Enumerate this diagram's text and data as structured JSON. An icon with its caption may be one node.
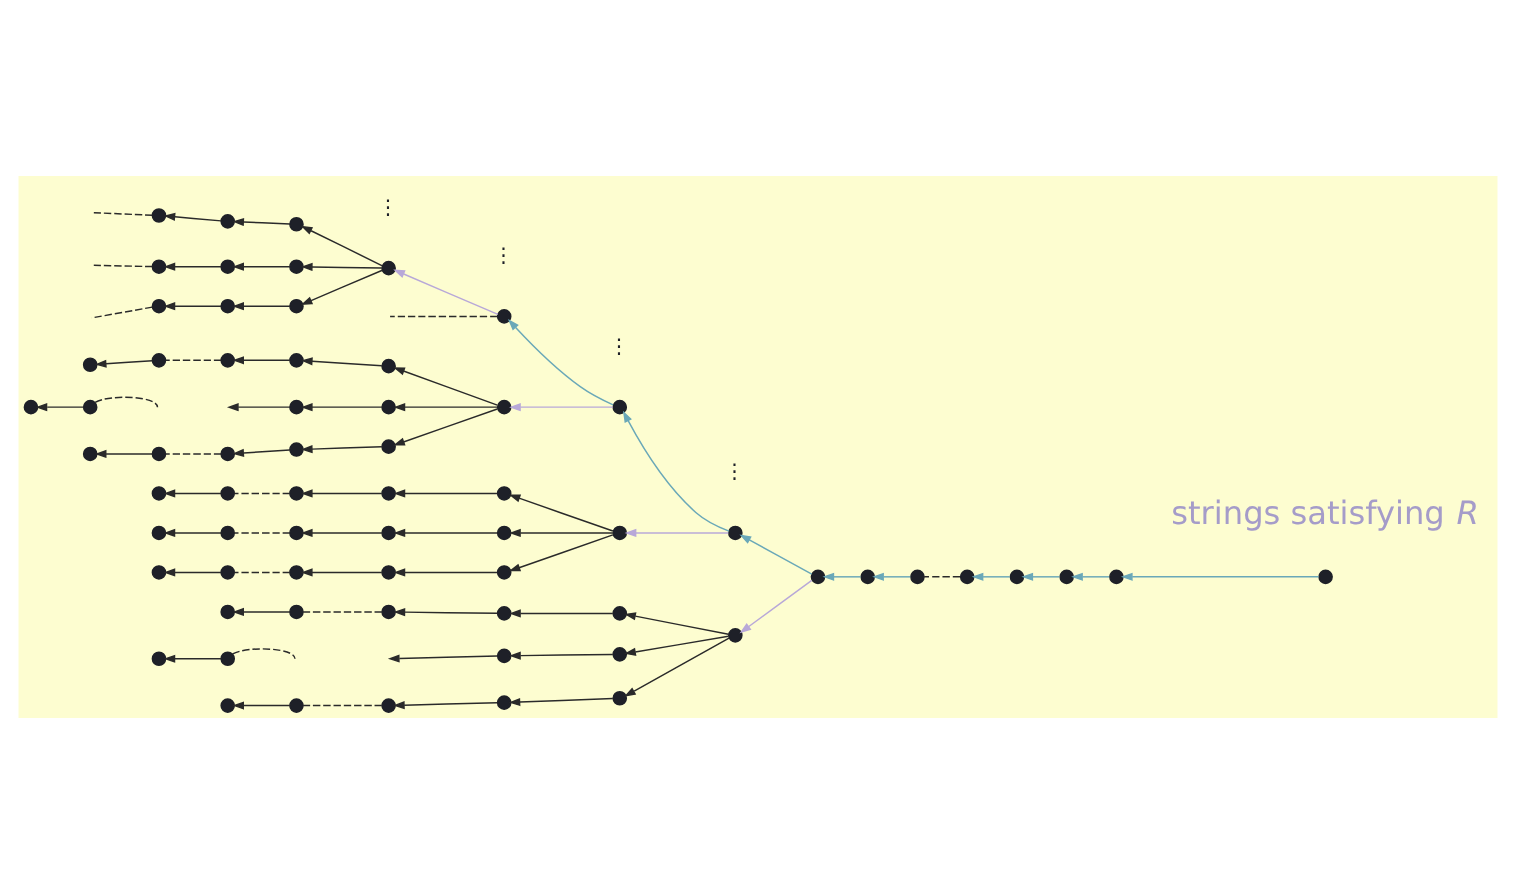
{
  "diagram": {
    "nodes": [
      {
        "text": [],
        "shape": "circle"
      },
      {
        "text": [],
        "shape": "circle"
      },
      {
        "text": [],
        "shape": "circle"
      },
      {
        "text": [],
        "shape": "circle"
      },
      {
        "text": [],
        "shape": "circle"
      },
      {
        "text": [],
        "shape": "circle"
      },
      {
        "text": [],
        "shape": "circle"
      },
      {
        "text": [],
        "shape": "circle"
      },
      {
        "text": [],
        "shape": "circle"
      },
      {
        "text": [],
        "shape": "circle"
      },
      {
        "text": [],
        "shape": "circle"
      },
      {
        "text": [],
        "shape": "circle"
      },
      {
        "text": [],
        "shape": "circle"
      },
      {
        "text": [],
        "shape": "circle"
      },
      {
        "text": [],
        "shape": "circle"
      },
      {
        "text": [],
        "shape": "circle"
      },
      {
        "text": [],
        "shape": "circle"
      },
      {
        "text": [],
        "shape": "circle"
      },
      {
        "text": [],
        "shape": "circle"
      },
      {
        "text": [],
        "shape": "circle"
      },
      {
        "text": [],
        "shape": "circle"
      },
      {
        "text": [],
        "shape": "circle"
      },
      {
        "text": [],
        "shape": "circle"
      },
      {
        "text": [],
        "shape": "circle"
      },
      {
        "text": [],
        "shape": "circle"
      },
      {
        "text": [],
        "shape": "circle"
      },
      {
        "text": [],
        "shape": "circle"
      },
      {
        "text": [],
        "shape": "circle"
      },
      {
        "text": [],
        "shape": "circle"
      },
      {
        "text": [],
        "shape": "circle"
      },
      {
        "text": [],
        "shape": "circle"
      },
      {
        "text": [],
        "shape": "circle"
      },
      {
        "text": [],
        "shape": "circle"
      },
      {
        "text": [],
        "shape": "circle"
      },
      {
        "text": [],
        "shape": "circle"
      },
      {
        "text": [],
        "shape": "circle"
      },
      {
        "text": [],
        "shape": "circle"
      },
      {
        "text": [],
        "shape": "circle"
      },
      {
        "text": [],
        "shape": "circle"
      },
      {
        "text": [],
        "shape": "circle"
      },
      {
        "text": [],
        "shape": "circle"
      },
      {
        "text": [],
        "shape": "circle"
      },
      {
        "text": [],
        "shape": "circle"
      },
      {
        "text": [],
        "shape": "circle"
      },
      {
        "text": [],
        "shape": "circle"
      },
      {
        "text": [],
        "shape": "circle"
      },
      {
        "text": [],
        "shape": "circle"
      },
      {
        "text": [],
        "shape": "circle"
      },
      {
        "text": [],
        "shape": "circle"
      },
      {
        "text": [],
        "shape": "circle"
      },
      {
        "text": [],
        "shape": "circle"
      },
      {
        "text": [],
        "shape": "circle"
      },
      {
        "text": [],
        "shape": "circle"
      },
      {
        "text": [],
        "shape": "circle"
      },
      {
        "text": [],
        "shape": "circle"
      },
      {
        "text": [],
        "shape": "circle"
      },
      {
        "text": [],
        "shape": "circle"
      },
      {
        "text": [],
        "shape": "circle"
      },
      {
        "text": [],
        "shape": "circle"
      },
      {
        "text": [],
        "shape": "circle"
      },
      {
        "text": [],
        "shape": "circle"
      },
      {
        "text": [],
        "shape": "circle"
      },
      {
        "text": [],
        "shape": "circle"
      },
      {
        "text": [],
        "shape": "circle"
      },
      {
        "text": [],
        "shape": "circle"
      },
      {
        "text": [],
        "shape": "circle"
      },
      {
        "text": [],
        "shape": "circle"
      }
    ],
    "edges": [
      {
        "from": 1,
        "to": 0,
        "arrow": "to",
        "color": "#6aa8b8"
      },
      {
        "from": 2,
        "to": 1,
        "arrow": "to",
        "color": "#6aa8b8"
      },
      {
        "from": 3,
        "to": 2,
        "arrow": "to",
        "color": "#6aa8b8"
      },
      {
        "from": 4,
        "to": 3,
        "arrow": "to",
        "color": "#6aa8b8"
      },
      {
        "from": 5,
        "to": 4,
        "arrow": "to",
        "color": "#6aa8b8"
      },
      {
        "from": 6,
        "to": 5,
        "arrow": "none",
        "style": "dashed"
      },
      {
        "from": 7,
        "to": 6,
        "arrow": "to",
        "color": "#6aa8b8"
      },
      {
        "from": 8,
        "to": 7,
        "arrow": "to",
        "color": "#6aa8b8"
      },
      {
        "from": 9,
        "to": 8,
        "arrow": "to",
        "color": "#6aa8b8"
      },
      {
        "from": 10,
        "to": 9,
        "arrow": "to",
        "color": "#6aa8b8"
      },
      {
        "from": 0,
        "to": null,
        "arrow": "none",
        "style": "dashed"
      },
      {
        "from": 0,
        "to": 11,
        "arrow": "to",
        "color": "#b8a8d8"
      },
      {
        "from": 1,
        "to": 21,
        "arrow": "to",
        "color": "#b8a8d8"
      },
      {
        "from": 2,
        "to": 36,
        "arrow": "to",
        "color": "#b8a8d8"
      },
      {
        "from": 3,
        "to": 52,
        "arrow": "to",
        "color": "#b8a8d8"
      },
      {
        "from": 11,
        "to": 14,
        "arrow": "to"
      },
      {
        "from": 11,
        "to": 17,
        "arrow": "to"
      },
      {
        "from": 11,
        "to": 20,
        "arrow": "to"
      },
      {
        "from": 14,
        "to": 13,
        "arrow": "to"
      },
      {
        "from": 13,
        "to": 12,
        "arrow": "to"
      },
      {
        "from": 12,
        "to": null,
        "arrow": "none",
        "style": "dashed"
      },
      {
        "from": 17,
        "to": 16,
        "arrow": "to"
      },
      {
        "from": 16,
        "to": 15,
        "arrow": "to"
      },
      {
        "from": 15,
        "to": null,
        "arrow": "none",
        "style": "dashed"
      },
      {
        "from": 20,
        "to": 19,
        "arrow": "to"
      },
      {
        "from": 19,
        "to": 18,
        "arrow": "to"
      },
      {
        "from": 18,
        "to": null,
        "arrow": "none",
        "style": "dashed"
      },
      {
        "from": 21,
        "to": 26,
        "arrow": "to"
      },
      {
        "from": 21,
        "to": 30,
        "arrow": "to"
      },
      {
        "from": 21,
        "to": 35,
        "arrow": "to"
      },
      {
        "from": 26,
        "to": 25,
        "arrow": "to"
      },
      {
        "from": 25,
        "to": 24,
        "arrow": "to"
      },
      {
        "from": 24,
        "to": 23,
        "arrow": "none",
        "style": "dashed"
      },
      {
        "from": 23,
        "to": 22,
        "arrow": "to"
      },
      {
        "from": 30,
        "to": 29,
        "arrow": "to"
      },
      {
        "from": 29,
        "to": null,
        "arrow": "to"
      },
      {
        "from": 28,
        "to": null,
        "arrow": "none",
        "style": "dashed"
      },
      {
        "from": 28,
        "to": 27,
        "arrow": "to"
      },
      {
        "from": 35,
        "to": 34,
        "arrow": "to"
      },
      {
        "from": 34,
        "to": 33,
        "arrow": "to"
      },
      {
        "from": 33,
        "to": 32,
        "arrow": "none",
        "style": "dashed"
      },
      {
        "from": 32,
        "to": 31,
        "arrow": "to"
      },
      {
        "from": 36,
        "to": 41,
        "arrow": "to"
      },
      {
        "from": 36,
        "to": 46,
        "arrow": "to"
      },
      {
        "from": 36,
        "to": 51,
        "arrow": "to"
      },
      {
        "from": 41,
        "to": 40,
        "arrow": "to"
      },
      {
        "from": 40,
        "to": 39,
        "arrow": "to"
      },
      {
        "from": 39,
        "to": 38,
        "arrow": "none",
        "style": "dashed"
      },
      {
        "from": 38,
        "to": 37,
        "arrow": "to"
      },
      {
        "from": 46,
        "to": 45,
        "arrow": "to"
      },
      {
        "from": 45,
        "to": 44,
        "arrow": "to"
      },
      {
        "from": 44,
        "to": 43,
        "arrow": "none",
        "style": "dashed"
      },
      {
        "from": 43,
        "to": 42,
        "arrow": "to"
      },
      {
        "from": 51,
        "to": 50,
        "arrow": "to"
      },
      {
        "from": 50,
        "to": 49,
        "arrow": "to"
      },
      {
        "from": 49,
        "to": 48,
        "arrow": "none",
        "style": "dashed"
      },
      {
        "from": 48,
        "to": 47,
        "arrow": "to"
      },
      {
        "from": 52,
        "to": 57,
        "arrow": "to"
      },
      {
        "from": 52,
        "to": 61,
        "arrow": "to"
      },
      {
        "from": 52,
        "to": 66,
        "arrow": "to"
      },
      {
        "from": 57,
        "to": 56,
        "arrow": "to"
      },
      {
        "from": 56,
        "to": 55,
        "arrow": "to"
      },
      {
        "from": 55,
        "to": 54,
        "arrow": "none",
        "style": "dashed"
      },
      {
        "from": 54,
        "to": 53,
        "arrow": "to"
      },
      {
        "from": 61,
        "to": 60,
        "arrow": "to"
      },
      {
        "from": 60,
        "to": null,
        "arrow": "to"
      },
      {
        "from": 59,
        "to": null,
        "arrow": "none",
        "style": "dashed"
      },
      {
        "from": 59,
        "to": 58,
        "arrow": "to"
      },
      {
        "from": 66,
        "to": 65,
        "arrow": "to"
      },
      {
        "from": 65,
        "to": 64,
        "arrow": "to"
      },
      {
        "from": 64,
        "to": 63,
        "arrow": "none",
        "style": "dashed"
      },
      {
        "from": 63,
        "to": 62,
        "arrow": "to"
      }
    ],
    "labels": [
      "⋮",
      "⋮",
      "⋮",
      "⋮",
      "strings satisfying *R*"
    ]
  }
}
